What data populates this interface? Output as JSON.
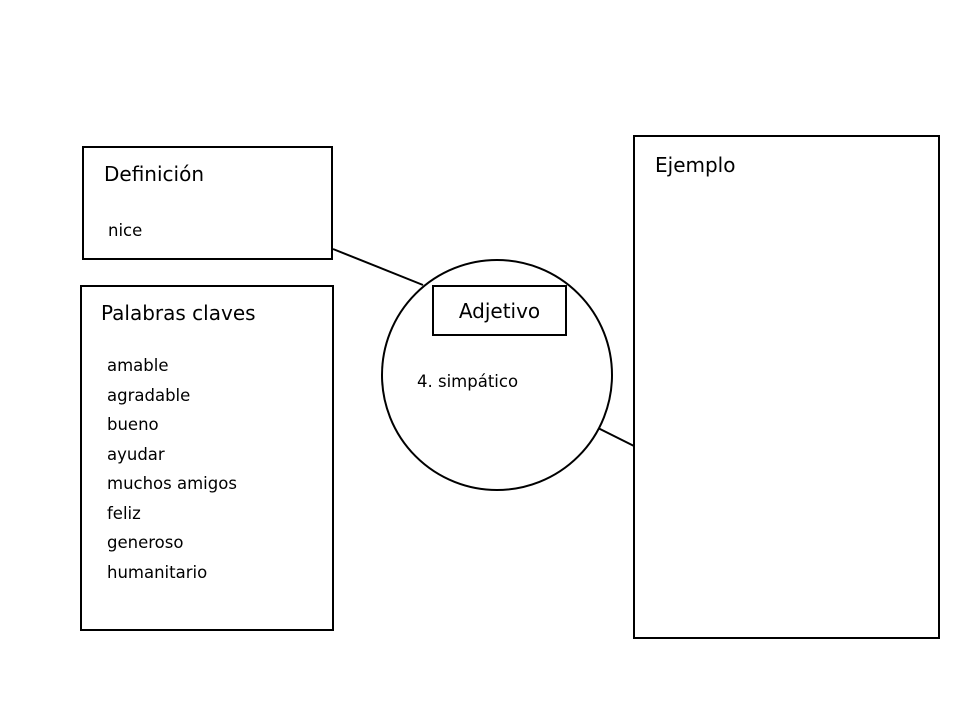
{
  "definition": {
    "title": "Definición",
    "text": "nice"
  },
  "keywords": {
    "title": "Palabras claves",
    "items": [
      "amable",
      "agradable",
      "bueno",
      "ayudar",
      "muchos amigos",
      "feliz",
      "generoso",
      "humanitario"
    ]
  },
  "word": {
    "part_of_speech": "Adjetivo",
    "term": "4. simpático"
  },
  "example": {
    "title": "Ejemplo"
  }
}
